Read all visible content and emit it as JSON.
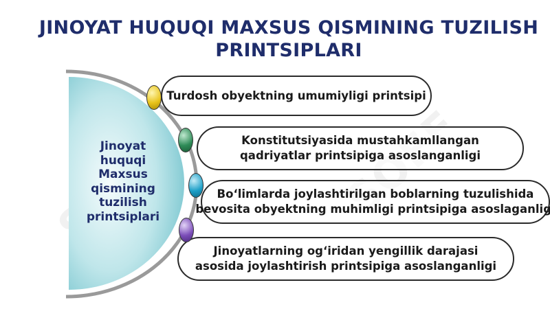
{
  "title_lines": [
    "JINOYAT HUQUQI MAXSUS QISMINING TUZILISH",
    "PRINTSIPLARI"
  ],
  "watermark": "SOFF",
  "center_label": [
    "Jinoyat",
    "huquqi",
    "Maxsus",
    "qismining",
    "tuzilish",
    "printsiplari"
  ],
  "items": [
    {
      "lines": [
        "Turdosh obyektning umumiyligi printsipi"
      ]
    },
    {
      "lines": [
        "Konstitutsiyasida mustahkamllangan",
        "qadriyatlar printsipiga asoslanganligi"
      ]
    },
    {
      "lines": [
        "Bo‘limlarda joylashtirilgan boblarning tuzulishida",
        "bevosita obyektning muhimligi printsipiga asoslaganligi"
      ]
    },
    {
      "lines": [
        "Jinoyatlarning og‘iridan yengillik darajasi",
        "asosida joylashtirish printsipiga asoslanganligi"
      ]
    }
  ],
  "colors": {
    "title": "#1f2d6b",
    "circle_fill": "#8ecfd6",
    "arc_stroke": "#9a9a9a",
    "dots": [
      "#e8c31a",
      "#2e8b57",
      "#1ea0c8",
      "#7b4db8"
    ]
  }
}
